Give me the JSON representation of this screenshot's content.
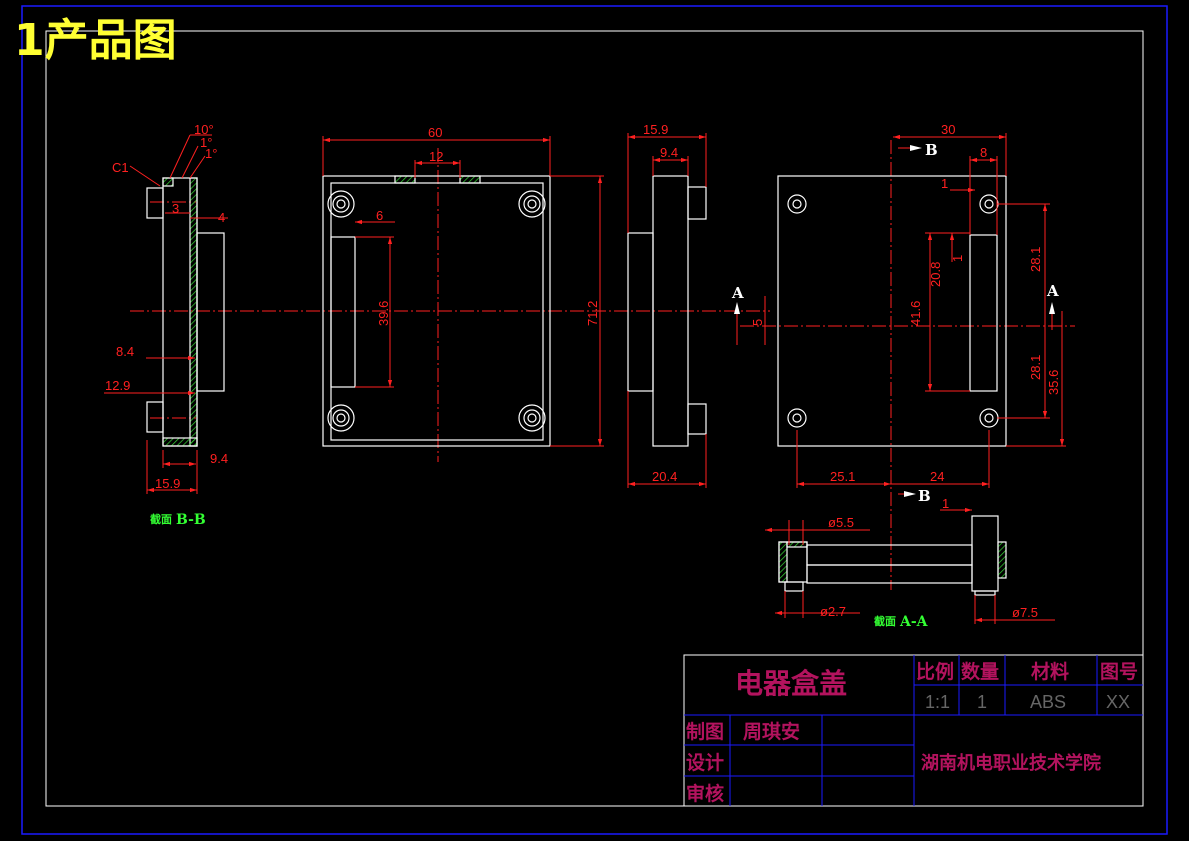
{
  "page_title": "1产品图",
  "views": {
    "section_bb_label": "截面",
    "section_bb_name": "B-B",
    "section_aa_label": "截面",
    "section_aa_name": "A-A",
    "cut_marks": {
      "a_left": "A",
      "a_right": "A",
      "b_top": "B",
      "b_bottom": "B"
    }
  },
  "dimensions": {
    "bb": {
      "c1": "C1",
      "ang10": "10°",
      "ang1a": "1°",
      "ang1b": "1°",
      "d3": "3",
      "d4": "4",
      "d84": "8.4",
      "d129": "12.9",
      "d94": "9.4",
      "d159": "15.9"
    },
    "front": {
      "w60": "60",
      "w12": "12",
      "d6": "6",
      "h396": "39.6",
      "h712": "71.2"
    },
    "side": {
      "w159": "15.9",
      "w94": "9.4",
      "w204": "20.4"
    },
    "back": {
      "w30": "30",
      "w8": "8",
      "d1": "1",
      "d1b": "1",
      "h208": "20.8",
      "h416": "41.6",
      "h281a": "28.1",
      "h281b": "28.1",
      "h356": "35.6",
      "d5": "5",
      "w251": "25.1",
      "w24": "24"
    },
    "aa": {
      "d1": "1",
      "phi55": "ø5.5",
      "phi27": "ø2.7",
      "phi75": "ø7.5"
    }
  },
  "title_block": {
    "part_name": "电器盒盖",
    "headers": {
      "scale": "比例",
      "qty": "数量",
      "material": "材料",
      "drawing_no": "图号"
    },
    "values": {
      "scale": "1:1",
      "qty": "1",
      "material": "ABS",
      "drawing_no": "XX"
    },
    "rows": {
      "drawn": "制图",
      "designed": "设计",
      "checked": "审核"
    },
    "drawn_by": "周琪安",
    "organization": "湖南机电职业技术学院"
  },
  "colors": {
    "outline": "#ffffff",
    "dimension": "#ff2020",
    "section_label": "#33ff33",
    "title": "#ffff33",
    "frame": "#1a1aff",
    "title_block_text": "#b3135e"
  }
}
